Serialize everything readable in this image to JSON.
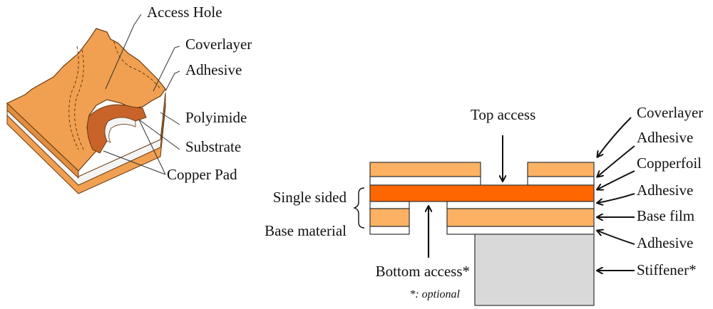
{
  "figure": {
    "left_illustration": {
      "title": "3D cutaway of flexible circuit with access hole",
      "labels": {
        "access_hole": "Access Hole",
        "coverlayer": "Coverlayer",
        "adhesive": "Adhesive",
        "polyimide": "Polyimide",
        "substrate": "Substrate",
        "copper_pad": "Copper Pad"
      }
    },
    "cross_section": {
      "top_access": "Top access",
      "bottom_access": "Bottom access*",
      "optional_note": "*: optional",
      "single_sided": "Single sided",
      "base_material": "Base material",
      "layers": [
        {
          "name": "Coverlayer",
          "role": "coverlayer"
        },
        {
          "name": "Adhesive",
          "role": "adhesive"
        },
        {
          "name": "Copperfoil",
          "role": "copper"
        },
        {
          "name": "Adhesive",
          "role": "adhesive"
        },
        {
          "name": "Base film",
          "role": "base"
        },
        {
          "name": "Adhesive",
          "role": "adhesive"
        },
        {
          "name": "Stiffener*",
          "role": "stiffener"
        }
      ]
    },
    "colors": {
      "coverlayer": "#FDB263",
      "adhesive": "#FFFFFF",
      "copper": "#FF6600",
      "base_film": "#FDB263",
      "stiffener": "#D9D9D9",
      "substrate_3d": "#F0A050",
      "copper_pad_3d": "#C8642A",
      "outline": "#333333"
    }
  }
}
